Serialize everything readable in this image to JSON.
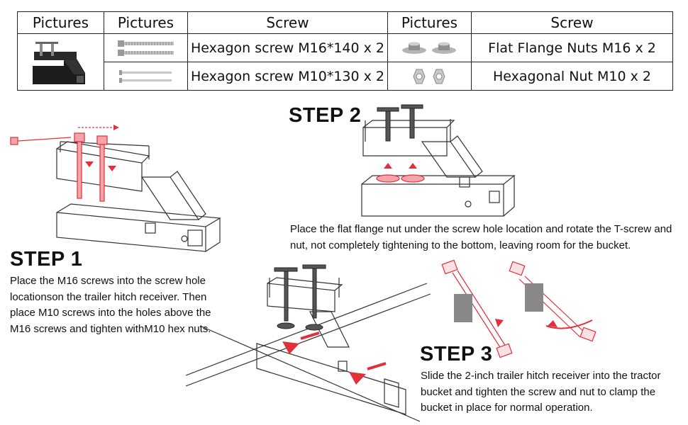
{
  "table": {
    "headers": [
      "Pictures",
      "Pictures",
      "Screw",
      "Pictures",
      "Screw"
    ],
    "rows": [
      {
        "screw": "Hexagon screw M16*140 x 2",
        "nut": "Flat Flange Nuts M16 x 2",
        "screw_icon": "long-threaded-screws-icon",
        "nut_icon": "flange-nut-icon"
      },
      {
        "screw": "Hexagon screw M10*130 x 2",
        "nut": "Hexagonal Nut M10 x 2",
        "screw_icon": "thin-bolts-icon",
        "nut_icon": "hex-nut-icon"
      }
    ],
    "product_icon": "hitch-receiver-product-photo"
  },
  "steps": [
    {
      "title": "STEP 1",
      "text": "Place the M16 screws into the screw hole locationson the trailer hitch receiver. Then place M10 screws into the holes above the M16 screws and tighten withM10 hex nuts."
    },
    {
      "title": "STEP 2",
      "text": "Place the flat flange nut under the screw hole location and rotate the T-screw and nut, not completely tightening to the bottom, leaving room for the bucket."
    },
    {
      "title": "STEP 3",
      "text": "Slide the 2-inch trailer hitch receiver into the tractor bucket and tighten the screw and nut to clamp the bucket in place for normal operation."
    }
  ],
  "colors": {
    "accent_red": "#e0303a",
    "highlight_pink": "#f3a5aa",
    "line": "#333333"
  }
}
